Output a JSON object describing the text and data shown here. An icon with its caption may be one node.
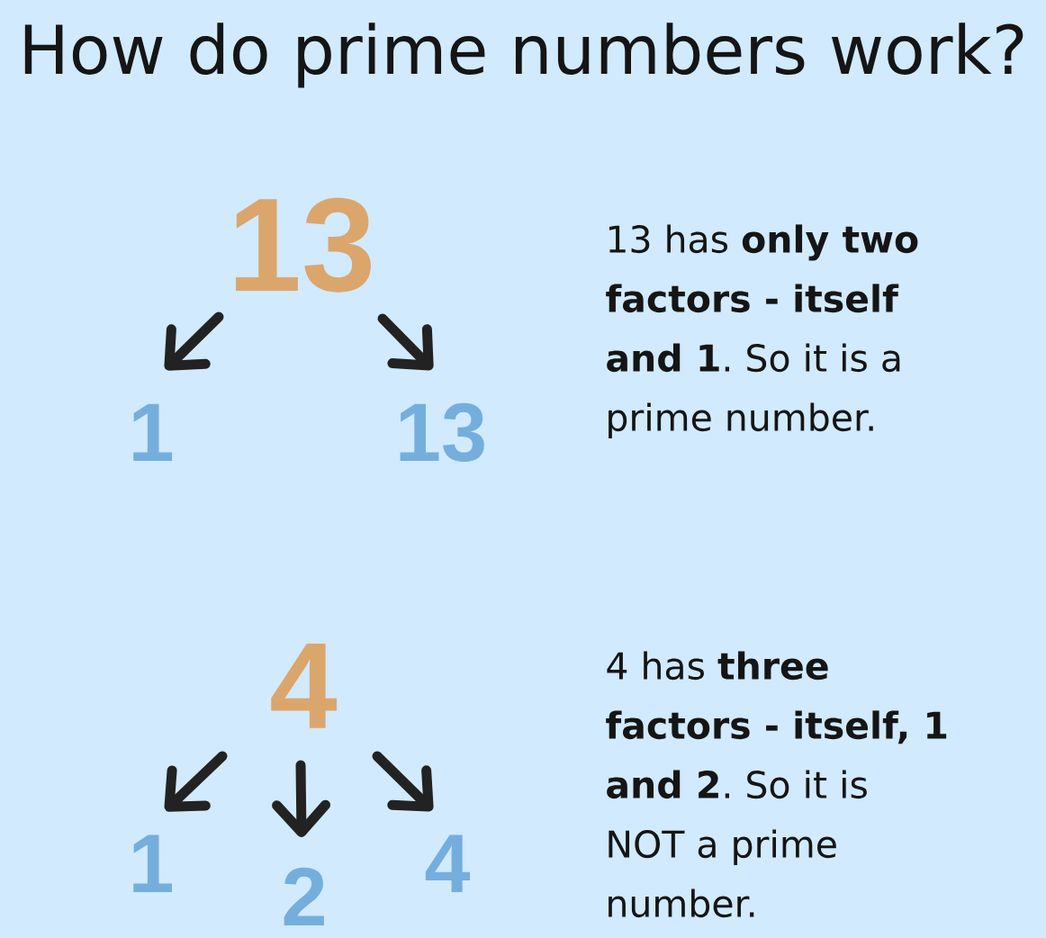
{
  "diagram": {
    "title": "How do prime numbers work?",
    "nodes": [
      {
        "text": [
          "13"
        ]
      },
      {
        "text": [
          "1"
        ]
      },
      {
        "text": [
          "13"
        ]
      },
      {
        "text": [
          "4"
        ]
      },
      {
        "text": [
          "1"
        ]
      },
      {
        "text": [
          "2"
        ]
      },
      {
        "text": [
          "4"
        ]
      }
    ],
    "edges": [
      {
        "from": 0,
        "to": 1,
        "arrow": "to"
      },
      {
        "from": 0,
        "to": 2,
        "arrow": "to"
      },
      {
        "from": 3,
        "to": 4,
        "arrow": "to"
      },
      {
        "from": 3,
        "to": 5,
        "arrow": "to"
      },
      {
        "from": 3,
        "to": 6,
        "arrow": "to"
      }
    ],
    "labels": [
      "13 has **only two factors - itself and 1**. So it is a prime number.",
      "4 has **three factors - itself, 1 and 2**. So it is NOT a prime number."
    ]
  }
}
